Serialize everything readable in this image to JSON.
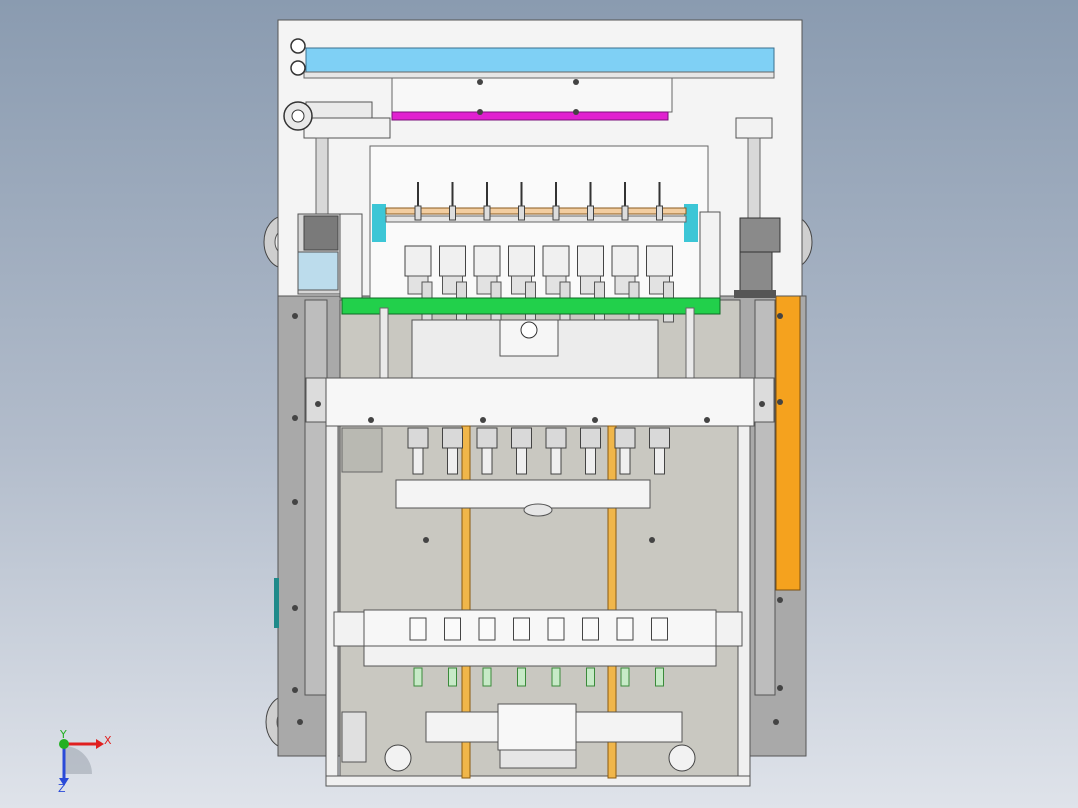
{
  "viewport": {
    "background_top": "#8a9bb0",
    "background_bottom": "#dfe3ea"
  },
  "colors": {
    "frame": "#f4f4f4",
    "frame_stroke": "#555555",
    "base_plate": "#c9c8c1",
    "side_panel": "#a9a9a9",
    "blue_bar": "#7fd0f5",
    "magenta_strip": "#e020d0",
    "green_plate": "#22d04b",
    "orange_panel": "#f5a21e",
    "gold_rod": "#f0b64a",
    "cyan_bracket": "#3cc6d6",
    "wheel": "#cfcfcf",
    "dark_cylinder": "#8a8a8a"
  },
  "nozzle_count": 8,
  "triad": {
    "x_label": "X",
    "y_label": "Y",
    "z_label": "Z",
    "x_color": "#e01f1f",
    "y_color": "#22b022",
    "z_color": "#2a4ad8"
  },
  "icons": [
    "coordinate-triad-icon"
  ]
}
